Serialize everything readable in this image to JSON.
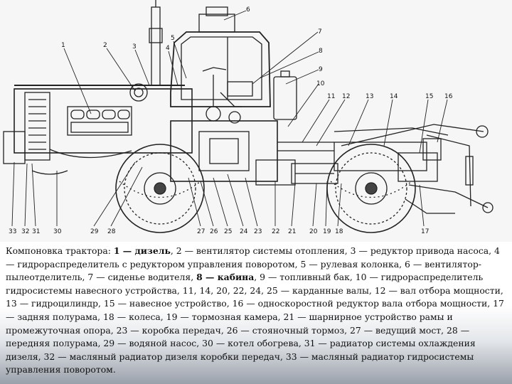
{
  "diagram": {
    "callouts": [
      "1",
      "2",
      "3",
      "4",
      "5",
      "6",
      "7",
      "8",
      "9",
      "10",
      "11",
      "12",
      "13",
      "14",
      "15",
      "16",
      "17",
      "18",
      "19",
      "20",
      "21",
      "22",
      "23",
      "24",
      "25",
      "26",
      "27",
      "28",
      "29",
      "30",
      "31",
      "32",
      "33"
    ]
  },
  "caption": {
    "parts": [
      {
        "text": "Компоновка трактора: ",
        "bold": false
      },
      {
        "text": "1 — дизель",
        "bold": true
      },
      {
        "text": ", 2 — вентилятор системы отопления, 3 — редуктор привода насоса, 4 — гидрораспределитель с редуктором управления поворотом, 5 — рулевая колонка, 6 — вентилятор-пылеотделитель, 7 — сиденье водителя, ",
        "bold": false
      },
      {
        "text": "8 — кабина",
        "bold": true
      },
      {
        "text": ", 9 — топливный бак, 10 — гидрораспределитель гидросистемы навесного устройства, 11, 14, 20, 22, 24, 25 — карданные валы, 12 — вал отбора мощности, 13 — гидроцилиндр, 15 — навесное устройство, 16 — односкоростной редуктор вала отбора мощности, 17 — задняя полурама, 18 — колеса, 19 — тормозная камера, 21 — шарнирное устройство рамы и промежуточная опора, 23 — коробка передач, 26 — стояночный тормоз, 27 — ведущий мост, 28 — передняя полурама, 29 — водяной насос, 30 — котел обогрева, 31 — радиатор системы охлаждения дизеля, 32 — масляный радиатор дизеля коробки передач, 33 — масляный радиатор гидросистемы управления поворотом.",
        "bold": false
      }
    ]
  }
}
